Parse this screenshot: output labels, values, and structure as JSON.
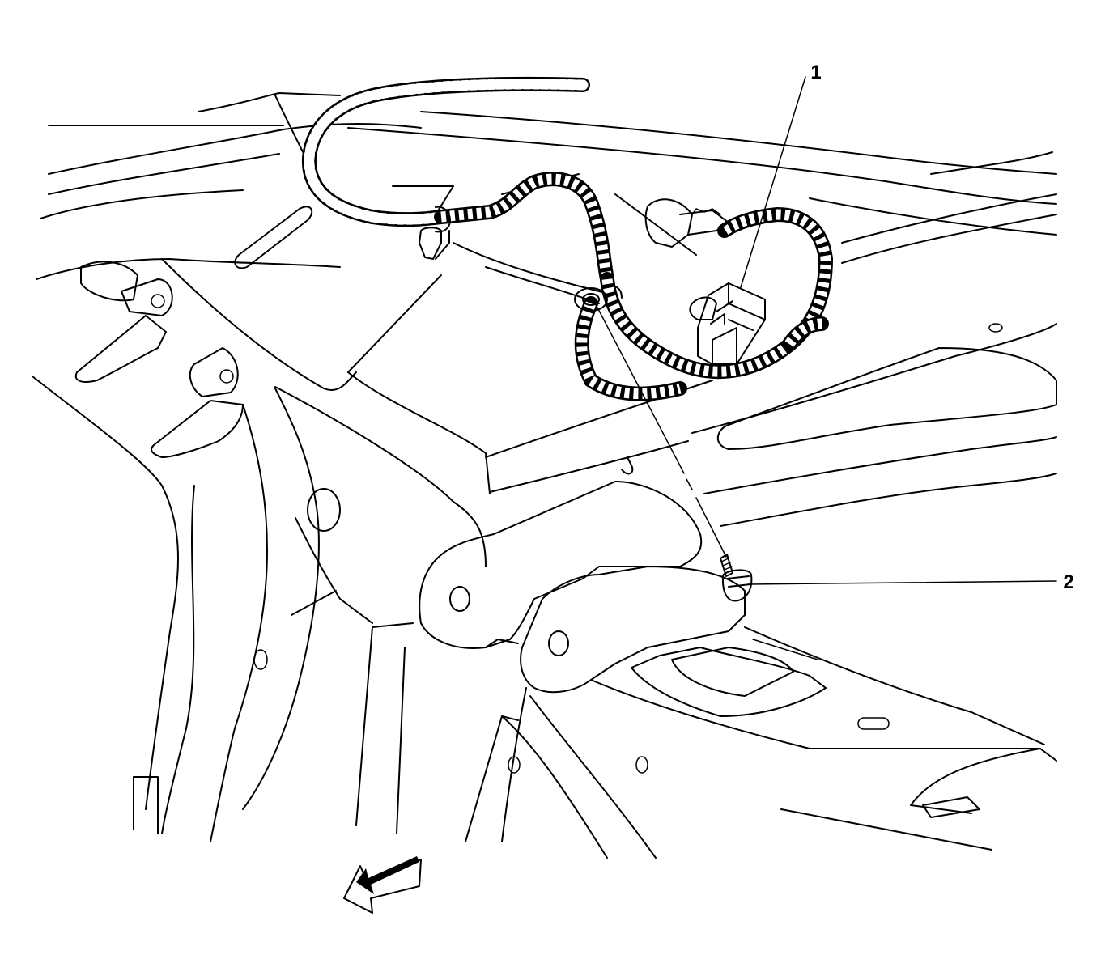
{
  "callouts": [
    {
      "id": "1",
      "label": "1",
      "target": "harness-connector"
    },
    {
      "id": "2",
      "label": "2",
      "target": "ground-bolt"
    }
  ],
  "icons": {
    "front_direction": "direction-arrow-icon"
  }
}
